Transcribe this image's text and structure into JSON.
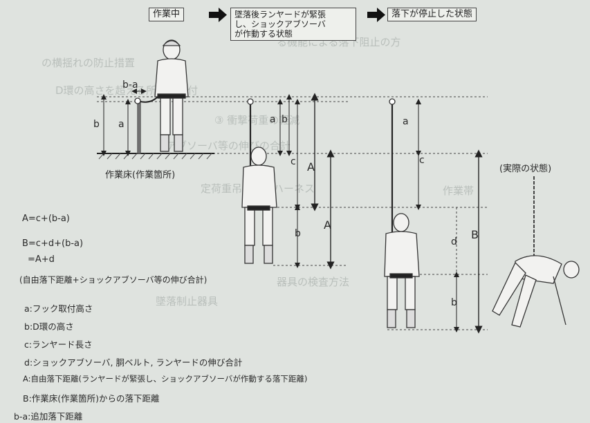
{
  "flow": {
    "step1": "作業中",
    "step2_line1": "墜落後ランヤードが緊張",
    "step2_line2": "し、ショックアブソーバ",
    "step2_line3": "が作動する状態",
    "step3": "落下が停止した状態"
  },
  "labels": {
    "floor": "作業床(作業箇所)",
    "actual": "(実際の状態)",
    "a": "a",
    "b": "b",
    "c": "c",
    "d": "d",
    "A": "A",
    "B": "B",
    "ba": "b-a"
  },
  "formulas": {
    "f1": "A=c+(b-a)",
    "f2": "B=c+d+(b-a)",
    "f3": "=A+d",
    "f4": "(自由落下距離+ショックアブソーバ等の伸び合計)"
  },
  "legend": [
    {
      "key": "a",
      "text": ":フック取付高さ"
    },
    {
      "key": "b",
      "text": ":D環の高さ"
    },
    {
      "key": "c",
      "text": ":ランヤード長さ"
    },
    {
      "key": "d",
      "text": ":ショックアブソーバ, 胴ベルト, ランヤードの伸び合計"
    },
    {
      "key": "A",
      "text": ":自由落下距離(ランヤードが緊張し、ショックアブソーバが作動する落下距離)"
    },
    {
      "key": "B",
      "text": ":作業床(作業箇所)からの落下距離"
    },
    {
      "key": "b-a",
      "text": ":追加落下距離"
    }
  ],
  "background_text": [
    "る機能による落下阻止の方",
    "の横揺れの防止措置",
    "D環の高さを超える所に取り付",
    "③ 衝撃荷重の軽減",
    "アブソーバ等の伸びの合計",
    "作業帯",
    "定荷重吊の下腿ハーネス",
    "器具の検査方法",
    "墜落制止器具"
  ]
}
